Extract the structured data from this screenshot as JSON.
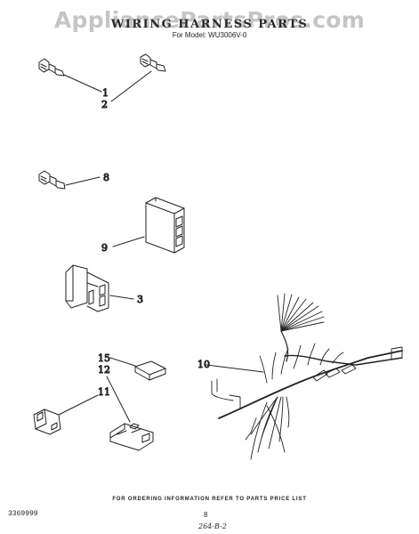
{
  "watermark": "AppliancePartsPros.com",
  "header": {
    "title": "WIRING HARNESS PARTS",
    "model_line": "For Model: WU3006V-0"
  },
  "callouts": {
    "c1": "1",
    "c2": "2",
    "c8": "8",
    "c9": "9",
    "c3": "3",
    "c15": "15",
    "c12": "12",
    "c11": "11",
    "c10": "10"
  },
  "footer": {
    "ordering_note": "FOR ORDERING INFORMATION REFER TO PARTS PRICE LIST",
    "doc_number": "3369999",
    "page_number": "8",
    "handwritten_note": "264-B-2"
  },
  "colors": {
    "ink": "#222222",
    "watermark": "#969696"
  }
}
